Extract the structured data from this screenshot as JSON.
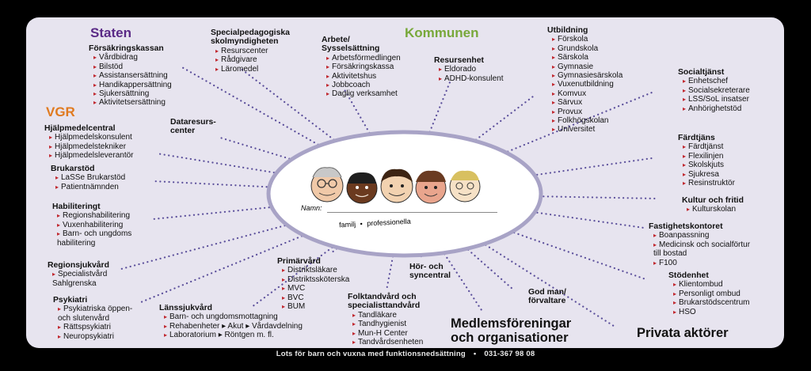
{
  "sections": {
    "staten": "Staten",
    "vgr": "VGR",
    "kommunen": "Kommunen"
  },
  "center": {
    "name_label": "Namn:",
    "family": "familj",
    "professional": "professionella"
  },
  "groups": {
    "forsakringskassan": {
      "title": [
        "Försäkringskassan"
      ],
      "items": [
        "Vårdbidrag",
        "Bilstöd",
        "Assistansersättning",
        "Handikappersättning",
        "Sjukersättning",
        "Aktivitetsersättning"
      ]
    },
    "specialpedagogiska": {
      "title": [
        "Specialpedagogiska",
        "skolmyndigheten"
      ],
      "items": [
        "Resurscenter",
        "Rådgivare",
        "Läromedel"
      ]
    },
    "arbete": {
      "title": [
        "Arbete/",
        "Sysselsättning"
      ],
      "items": [
        "Arbetsförmedlingen",
        "Försäkringskassa",
        "Aktivitetshus",
        "Jobbcoach",
        "Daglig verksamhet"
      ]
    },
    "resursenhet": {
      "title": [
        "Resursenhet"
      ],
      "items": [
        "Eldorado",
        "ADHD-konsulent"
      ]
    },
    "utbildning": {
      "title": [
        "Utbildning"
      ],
      "items": [
        "Förskola",
        "Grundskola",
        "Särskola",
        "Gymnasie",
        "Gymnasiesärskola",
        "Vuxenutbildning",
        "Komvux",
        "Särvux",
        "Provux",
        "Folkhögskolan",
        "Universitet"
      ]
    },
    "socialtjanst": {
      "title": [
        "Socialtjänst"
      ],
      "items": [
        "Enhetschef",
        "Socialsekreterare",
        "LSS/SoL insatser",
        "Anhörighetstöd"
      ]
    },
    "dataresurscenter": {
      "title": [
        "Dataresurs-",
        "center"
      ],
      "items": []
    },
    "hjalpmedelcentral": {
      "title": [
        "Hjälpmedelcentral"
      ],
      "items": [
        "Hjälpmedelskonsulent",
        "Hjälpmedelstekniker",
        "Hjälpmedelsleverantör"
      ]
    },
    "fardtjans": {
      "title": [
        "Färdtjäns"
      ],
      "items": [
        "Färdtjänst",
        "Flexilinjen",
        "Skolskjuts",
        "Sjukresa",
        "Resinstruktör"
      ]
    },
    "brukarstod": {
      "title": [
        "Brukarstöd"
      ],
      "items": [
        "LaSSe Brukarstöd",
        "Patientnämnden"
      ]
    },
    "kultur": {
      "title": [
        "Kultur och fritid"
      ],
      "items": [
        "Kulturskolan"
      ]
    },
    "habilitering": {
      "title": [
        "Habiliteringt"
      ],
      "items": [
        "Regionshabilitering",
        "Vuxenhabilitering",
        "Barn- och ungdoms"
      ],
      "cont": [
        "habilitering"
      ]
    },
    "fastighetskontoret": {
      "title": [
        "Fastighetskontoret"
      ],
      "items": [
        "Boanpassning",
        "Medicinsk och socialförtur"
      ],
      "cont": [
        "till bostad"
      ],
      "items2": [
        "F100"
      ]
    },
    "regionsjukvard": {
      "title": [
        "Regionsjukvård"
      ],
      "items": [
        "Specialistvård"
      ],
      "cont": [
        "Sahlgrenska"
      ]
    },
    "primarvard": {
      "title": [
        "Primärvård"
      ],
      "items": [
        "Distriktsläkare",
        "Distriktssköterska",
        "MVC",
        "BVC",
        "BUM"
      ]
    },
    "hor": {
      "title": [
        "Hör- och",
        "syncentral"
      ],
      "items": []
    },
    "stodenhet": {
      "title": [
        "Stödenhet"
      ],
      "items": [
        "Klientombud",
        "Personligt ombud",
        "Brukarstödscentrum",
        "HSO"
      ]
    },
    "psykiatri": {
      "title": [
        "Psykiatri"
      ],
      "items": [
        "Psykiatriska öppen-"
      ],
      "cont": [
        "och slutenvård"
      ],
      "items2": [
        "Rättspsykiatri",
        "Neuropsykiatri"
      ]
    },
    "lanssjukvard": {
      "title": [
        "Länssjukvård"
      ],
      "items": [
        "Barn- och ungdomsmottagning",
        "Rehabenheter ▸ Akut ▸ Vårdavdelning",
        "Laboratorium ▸ Röntgen m. fl."
      ]
    },
    "folktandvard": {
      "title": [
        "Folktandvård och",
        "specialisttandvård"
      ],
      "items": [
        "Tandläkare",
        "Tandhygienist",
        "Mun-H Center",
        "Tandvårdsenheten"
      ]
    },
    "godman": {
      "title": [
        "God man/",
        "förvaltare"
      ],
      "items": []
    }
  },
  "big": {
    "medlem": [
      "Medlemsföreningar",
      "och organisationer"
    ],
    "privata": "Privata aktörer"
  },
  "footer": {
    "left": "Lots för barn och vuxna med funktionsnedsättning",
    "dot": "•",
    "right": "031-367 98 08"
  },
  "colors": {
    "staten": "#5a2a86",
    "vgr": "#e07a1f",
    "kommunen": "#78a83a",
    "bullet": "#c0262d",
    "dots": "#5b4f9b",
    "ring": "#a8a3c6"
  }
}
